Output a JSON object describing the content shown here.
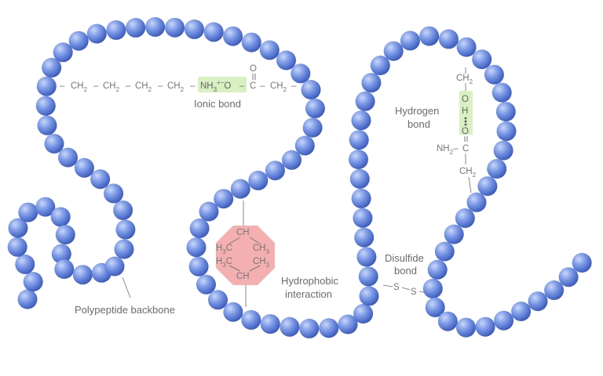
{
  "labels": {
    "ionic_bond": "Ionic bond",
    "hydrogen_bond_line1": "Hydrogen",
    "hydrogen_bond_line2": "bond",
    "disulfide_line1": "Disulfide",
    "disulfide_line2": "bond",
    "hydrophobic_line1": "Hydrophobic",
    "hydrophobic_line2": "interaction",
    "backbone": "Polypeptide backbone"
  },
  "ionic_chain": {
    "ch2_a": "CH",
    "ch2_b": "CH",
    "ch2_c": "CH",
    "ch2_d": "CH",
    "ammonium": "NH",
    "charges": "+",
    "oxygen": "O",
    "carbon": "C",
    "carbonyl_o": "O",
    "ch2_e": "CH",
    "sub2": "2",
    "sub3": "3",
    "minus": "−"
  },
  "hydrogen_chain": {
    "ch2_top": "CH",
    "o": "O",
    "h": "H",
    "dots": "• • •",
    "o_lower": "O",
    "amide": "NH",
    "c": "C",
    "ch2_bottom": "CH",
    "sub2": "2"
  },
  "hydrophobic_group": {
    "ch_top": "CH",
    "h3c_left": "H",
    "ch3_right": "CH",
    "h3c_left2": "H",
    "ch3_right2": "CH",
    "ch_bottom": "CH",
    "sub3": "3",
    "c": "C"
  },
  "disulfide": {
    "s1": "S",
    "s2": "S"
  },
  "colors": {
    "bead_light": "#aec3f2",
    "bead_mid": "#6a8de3",
    "bead_dark": "#3f5fc0",
    "ionic_highlight": "#d8f0c2",
    "hydrogen_highlight": "#d8f0c2",
    "hydrophobic_fill": "#f4b0b0",
    "text": "#6b6b6b"
  }
}
